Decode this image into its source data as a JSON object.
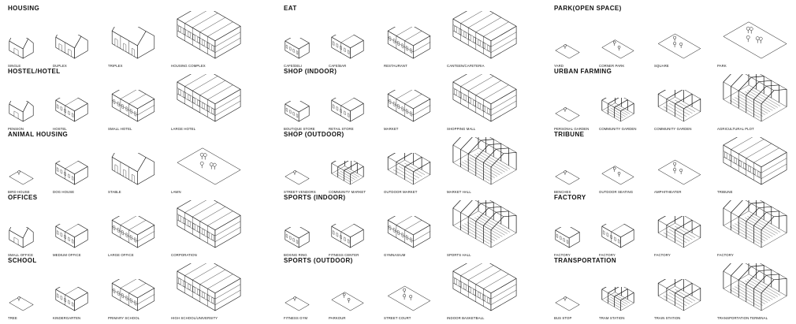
{
  "columns": [
    {
      "sections": [
        {
          "title": "HOUSING",
          "items": [
            {
              "label": "SINGLE",
              "icon": "house-icon"
            },
            {
              "label": "DUPLEX",
              "icon": "house-icon"
            },
            {
              "label": "TRIPLEX",
              "icon": "house-icon"
            },
            {
              "label": "HOUSING COMPLEX",
              "icon": "building-icon"
            }
          ]
        },
        {
          "title": "HOSTEL/HOTEL",
          "items": [
            {
              "label": "PENSION",
              "icon": "house-icon"
            },
            {
              "label": "HOSTEL",
              "icon": "box-icon"
            },
            {
              "label": "SMALL HOTEL",
              "icon": "box-icon"
            },
            {
              "label": "LARGE HOTEL",
              "icon": "building-icon"
            }
          ]
        },
        {
          "title": "ANIMAL HOUSING",
          "items": [
            {
              "label": "BIRD HOUSE",
              "icon": "plane-icon"
            },
            {
              "label": "DOG HOUSE",
              "icon": "box-icon"
            },
            {
              "label": "STABLE",
              "icon": "house-icon"
            },
            {
              "label": "LAWN",
              "icon": "plane-icon"
            }
          ]
        },
        {
          "title": "OFFICES",
          "items": [
            {
              "label": "SMALL OFFICE",
              "icon": "house-icon"
            },
            {
              "label": "MEDIUM OFFICE",
              "icon": "box-icon"
            },
            {
              "label": "LARGE OFFICE",
              "icon": "box-icon"
            },
            {
              "label": "CORPORATION",
              "icon": "building-icon"
            }
          ]
        },
        {
          "title": "SCHOOL",
          "items": [
            {
              "label": "TREE",
              "icon": "plane-icon"
            },
            {
              "label": "KINDERGARTEN",
              "icon": "box-icon"
            },
            {
              "label": "PRIMARY SCHOOL",
              "icon": "box-icon"
            },
            {
              "label": "HIGH SCHOOL/UNIVERSITY",
              "icon": "building-icon"
            }
          ]
        }
      ]
    },
    {
      "sections": [
        {
          "title": "EAT",
          "items": [
            {
              "label": "CAFE/DELI",
              "icon": "box-icon"
            },
            {
              "label": "CAFE/BAR",
              "icon": "box-icon"
            },
            {
              "label": "RESTAURANT",
              "icon": "box-icon"
            },
            {
              "label": "CANTEEN/CAFETERIA",
              "icon": "building-icon"
            }
          ]
        },
        {
          "title": "SHOP (INDOOR)",
          "items": [
            {
              "label": "BOUTIQUE STORE",
              "icon": "box-icon"
            },
            {
              "label": "RETAIL STORE",
              "icon": "box-icon"
            },
            {
              "label": "MARKET",
              "icon": "box-icon"
            },
            {
              "label": "SHOPPING MALL",
              "icon": "building-icon"
            }
          ]
        },
        {
          "title": "SHOP (OUTDOOR)",
          "items": [
            {
              "label": "STREET VENDORS",
              "icon": "plane-icon"
            },
            {
              "label": "COMMUNITY MARKET",
              "icon": "frame-icon"
            },
            {
              "label": "OUTDOOR MARKET",
              "icon": "frame-icon"
            },
            {
              "label": "MARKET HALL",
              "icon": "frame-icon"
            }
          ]
        },
        {
          "title": "SPORTS (INDOOR)",
          "items": [
            {
              "label": "BOXING RING",
              "icon": "box-icon"
            },
            {
              "label": "FITNESS CENTER",
              "icon": "box-icon"
            },
            {
              "label": "GYMNASIUM",
              "icon": "box-icon"
            },
            {
              "label": "SPORTS HALL",
              "icon": "frame-icon"
            }
          ]
        },
        {
          "title": "SPORTS (OUTDOOR)",
          "items": [
            {
              "label": "FITNESS GYM",
              "icon": "plane-icon"
            },
            {
              "label": "PARKOUR",
              "icon": "plane-icon"
            },
            {
              "label": "STREET COURT",
              "icon": "plane-icon"
            },
            {
              "label": "INDOOR BASKETBALL",
              "icon": "box-icon"
            }
          ]
        }
      ]
    },
    {
      "sections": [
        {
          "title": "PARK(OPEN SPACE)",
          "items": [
            {
              "label": "YARD",
              "icon": "plane-icon"
            },
            {
              "label": "CORNER PARK",
              "icon": "plane-icon"
            },
            {
              "label": "SQUARE",
              "icon": "plane-icon"
            },
            {
              "label": "PARK",
              "icon": "plane-icon"
            }
          ]
        },
        {
          "title": "URBAN FARMING",
          "items": [
            {
              "label": "PERSONAL GARDEN",
              "icon": "plane-icon"
            },
            {
              "label": "COMMUNITY GARDEN",
              "icon": "frame-icon"
            },
            {
              "label": "COMMUNITY GARDEN",
              "icon": "frame-icon"
            },
            {
              "label": "AGRICULTURAL PLOT",
              "icon": "frame-icon"
            }
          ]
        },
        {
          "title": "TRIBUNE",
          "items": [
            {
              "label": "BENCHES",
              "icon": "plane-icon"
            },
            {
              "label": "OUTDOOR SEATING",
              "icon": "plane-icon"
            },
            {
              "label": "AMPHITHEATER",
              "icon": "plane-icon"
            },
            {
              "label": "TRIBUNE",
              "icon": "box-icon"
            }
          ]
        },
        {
          "title": "FACTORY",
          "items": [
            {
              "label": "FACTORY",
              "icon": "box-icon"
            },
            {
              "label": "FACTORY",
              "icon": "box-icon"
            },
            {
              "label": "FACTORY",
              "icon": "frame-icon"
            },
            {
              "label": "FACTORY",
              "icon": "frame-icon"
            }
          ]
        },
        {
          "title": "TRANSPORTATION",
          "items": [
            {
              "label": "BUS STOP",
              "icon": "plane-icon"
            },
            {
              "label": "TRAM STATION",
              "icon": "frame-icon"
            },
            {
              "label": "TRAIN STATION",
              "icon": "frame-icon"
            },
            {
              "label": "TRANSPORTATION TERMINAL",
              "icon": "frame-icon"
            }
          ]
        }
      ]
    }
  ]
}
